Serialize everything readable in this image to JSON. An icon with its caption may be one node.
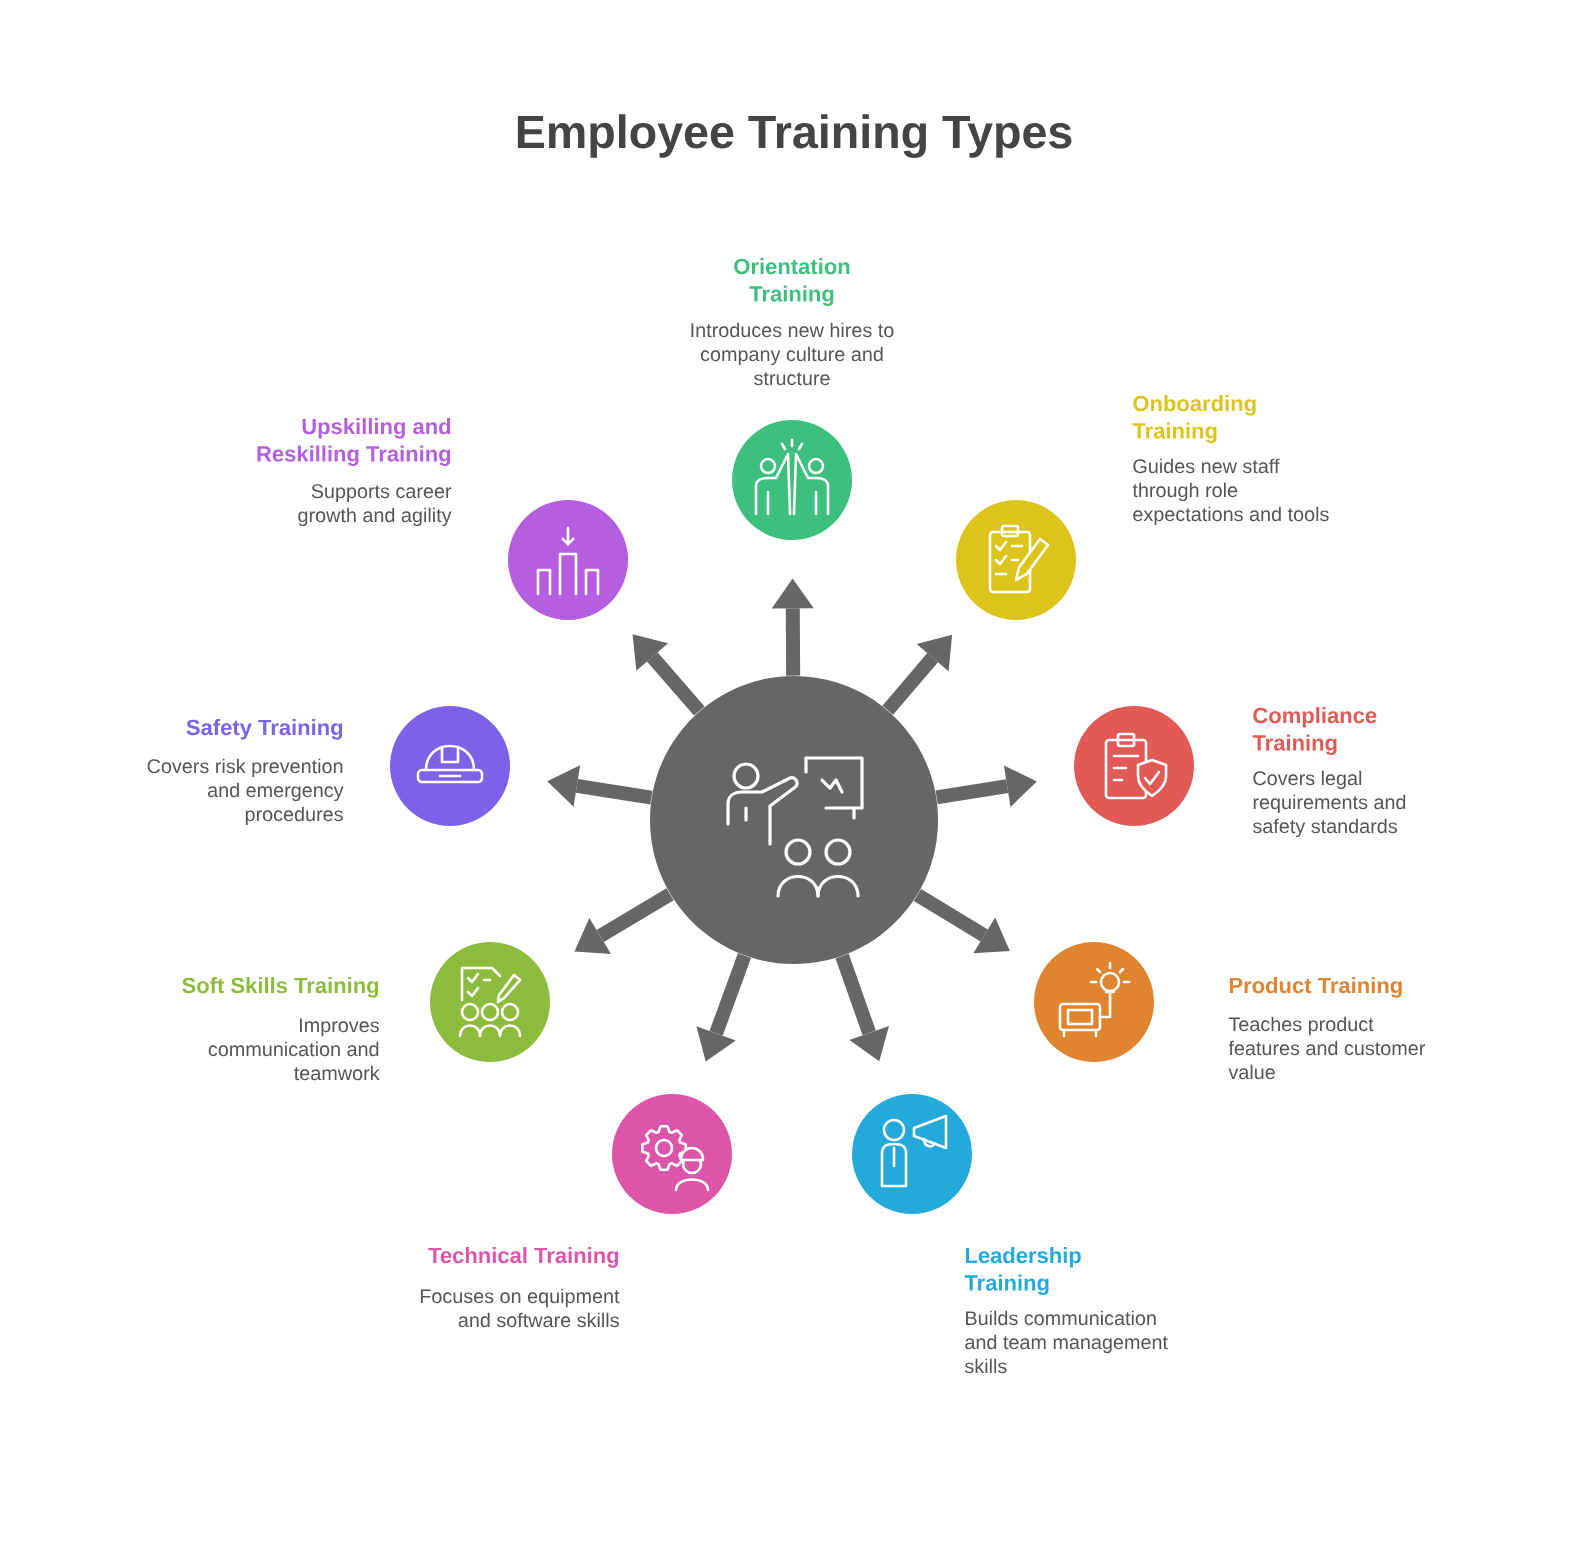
{
  "diagram": {
    "title": "Employee Training Types",
    "nodes": [
      {
        "text": [],
        "shape": "circle"
      },
      {
        "text": [
          "Orientation Training",
          "Introduces new hires to company culture and structure"
        ]
      },
      {
        "text": [
          "Onboarding Training",
          "Guides new staff through role expectations and tools"
        ]
      },
      {
        "text": [
          "Compliance Training",
          "Covers legal requirements and safety standards"
        ]
      },
      {
        "text": [
          "Product Training",
          "Teaches product features and customer value"
        ]
      },
      {
        "text": [
          "Leadership Training",
          "Builds communication and team management skills"
        ]
      },
      {
        "text": [
          "Technical Training",
          "Focuses on equipment and software skills"
        ]
      },
      {
        "text": [
          "Soft Skills Training",
          "Improves communication and teamwork"
        ]
      },
      {
        "text": [
          "Safety Training",
          "Covers risk prevention and emergency procedures"
        ]
      },
      {
        "text": [
          "Upskilling and Reskilling Training",
          "Supports career growth and agility"
        ]
      }
    ],
    "edges": [
      {
        "from": 0,
        "to": 1,
        "arrow": "to"
      },
      {
        "from": 0,
        "to": 2,
        "arrow": "to"
      },
      {
        "from": 0,
        "to": 3,
        "arrow": "to"
      },
      {
        "from": 0,
        "to": 4,
        "arrow": "to"
      },
      {
        "from": 0,
        "to": 5,
        "arrow": "to"
      },
      {
        "from": 0,
        "to": 6,
        "arrow": "to"
      },
      {
        "from": 0,
        "to": 7,
        "arrow": "to"
      },
      {
        "from": 0,
        "to": 8,
        "arrow": "to"
      },
      {
        "from": 0,
        "to": 9,
        "arrow": "to"
      }
    ]
  }
}
